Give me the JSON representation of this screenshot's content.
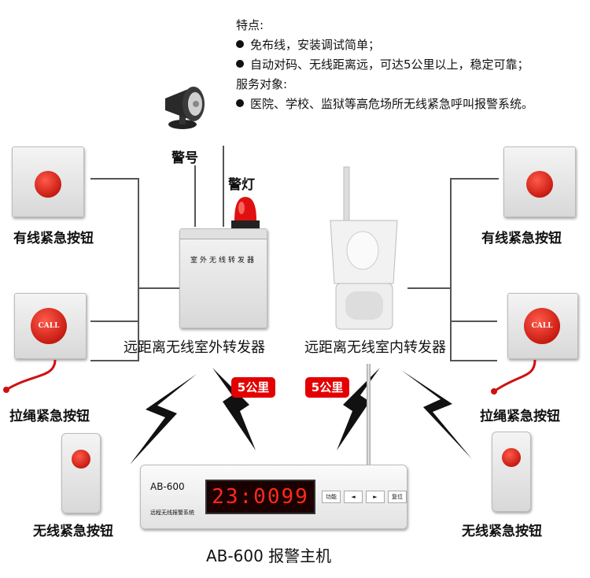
{
  "features": {
    "title": "特点:",
    "items": [
      "免布线，安装调试简单；",
      "自动对码、无线距离远，可达5公里以上，稳定可靠；"
    ],
    "service_title": "服务对象:",
    "service_items": [
      "医院、学校、监狱等高危场所无线紧急呼叫报警系统。"
    ]
  },
  "devices": {
    "siren": "警号",
    "beacon": "警灯",
    "wired_left": "有线紧急按钮",
    "wired_right": "有线紧急按钮",
    "pull_left": "拉绳紧急按钮",
    "pull_right": "拉绳紧急按钮",
    "wireless_left": "无线紧急按钮",
    "wireless_right": "无线紧急按钮",
    "outdoor_repeater": "远距离无线室外转发器",
    "outdoor_box_text": "室外无线转发器",
    "indoor_repeater": "远距离无线室内转发器",
    "host": "AB-600 报警主机"
  },
  "ranges": {
    "left": "5公里",
    "right": "5公里"
  },
  "host_panel": {
    "model": "AB-600",
    "display": "23:0099",
    "system_name": "远程无线报警系统",
    "keys": [
      "功能",
      "◄",
      "►",
      "复位"
    ]
  },
  "call_label": "CALL",
  "colors": {
    "accent_red": "#e40000",
    "lcd_red": "#ff2a1a"
  }
}
